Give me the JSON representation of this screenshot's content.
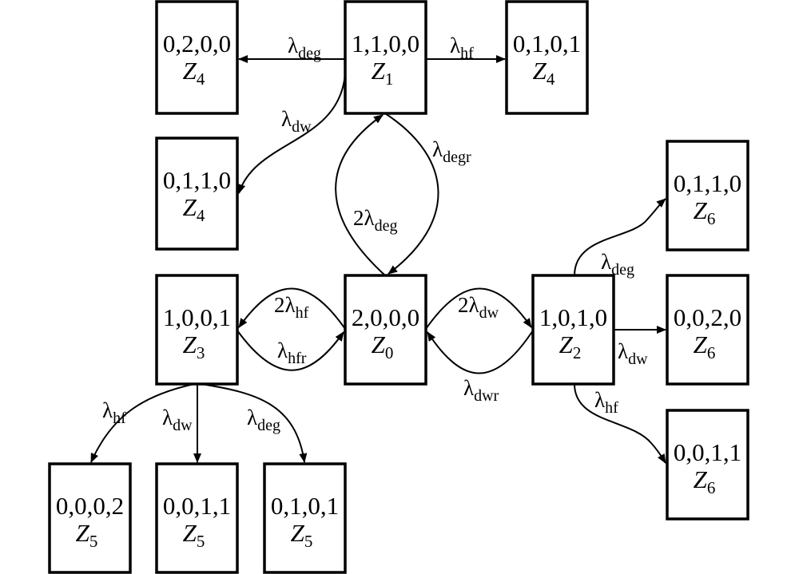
{
  "diagram": {
    "type": "state-transition-diagram",
    "states": [
      {
        "id": "s0200",
        "state": "0,2,0,0",
        "zone": "Z",
        "zone_index": "4"
      },
      {
        "id": "s1100",
        "state": "1,1,0,0",
        "zone": "Z",
        "zone_index": "1"
      },
      {
        "id": "s0101a",
        "state": "0,1,0,1",
        "zone": "Z",
        "zone_index": "4"
      },
      {
        "id": "s0110a",
        "state": "0,1,1,0",
        "zone": "Z",
        "zone_index": "4"
      },
      {
        "id": "s0110b",
        "state": "0,1,1,0",
        "zone": "Z",
        "zone_index": "6"
      },
      {
        "id": "s1001",
        "state": "1,0,0,1",
        "zone": "Z",
        "zone_index": "3"
      },
      {
        "id": "s2000",
        "state": "2,0,0,0",
        "zone": "Z",
        "zone_index": "0"
      },
      {
        "id": "s1010",
        "state": "1,0,1,0",
        "zone": "Z",
        "zone_index": "2"
      },
      {
        "id": "s0020",
        "state": "0,0,2,0",
        "zone": "Z",
        "zone_index": "6"
      },
      {
        "id": "s0011b",
        "state": "0,0,1,1",
        "zone": "Z",
        "zone_index": "6"
      },
      {
        "id": "s0002",
        "state": "0,0,0,2",
        "zone": "Z",
        "zone_index": "5"
      },
      {
        "id": "s0011a",
        "state": "0,0,1,1",
        "zone": "Z",
        "zone_index": "5"
      },
      {
        "id": "s0101b",
        "state": "0,1,0,1",
        "zone": "Z",
        "zone_index": "5"
      }
    ],
    "transitions": [
      {
        "from": "s1100",
        "to": "s0200",
        "coef": "",
        "symbol": "λ",
        "sub": "deg"
      },
      {
        "from": "s1100",
        "to": "s0101a",
        "coef": "",
        "symbol": "λ",
        "sub": "hf"
      },
      {
        "from": "s1100",
        "to": "s0110a",
        "coef": "",
        "symbol": "λ",
        "sub": "dw"
      },
      {
        "from": "s1100",
        "to": "s2000",
        "coef": "",
        "symbol": "λ",
        "sub": "degr"
      },
      {
        "from": "s2000",
        "to": "s1100",
        "coef": "2",
        "symbol": "λ",
        "sub": "deg"
      },
      {
        "from": "s2000",
        "to": "s1001",
        "coef": "2",
        "symbol": "λ",
        "sub": "hf"
      },
      {
        "from": "s1001",
        "to": "s2000",
        "coef": "",
        "symbol": "λ",
        "sub": "hfr"
      },
      {
        "from": "s2000",
        "to": "s1010",
        "coef": "2",
        "symbol": "λ",
        "sub": "dw"
      },
      {
        "from": "s1010",
        "to": "s2000",
        "coef": "",
        "symbol": "λ",
        "sub": "dwr"
      },
      {
        "from": "s1010",
        "to": "s0110b",
        "coef": "",
        "symbol": "λ",
        "sub": "deg"
      },
      {
        "from": "s1010",
        "to": "s0020",
        "coef": "",
        "symbol": "λ",
        "sub": "dw"
      },
      {
        "from": "s1010",
        "to": "s0011b",
        "coef": "",
        "symbol": "λ",
        "sub": "hf"
      },
      {
        "from": "s1001",
        "to": "s0002",
        "coef": "",
        "symbol": "λ",
        "sub": "hf"
      },
      {
        "from": "s1001",
        "to": "s0011a",
        "coef": "",
        "symbol": "λ",
        "sub": "dw"
      },
      {
        "from": "s1001",
        "to": "s0101b",
        "coef": "",
        "symbol": "λ",
        "sub": "deg"
      }
    ]
  }
}
